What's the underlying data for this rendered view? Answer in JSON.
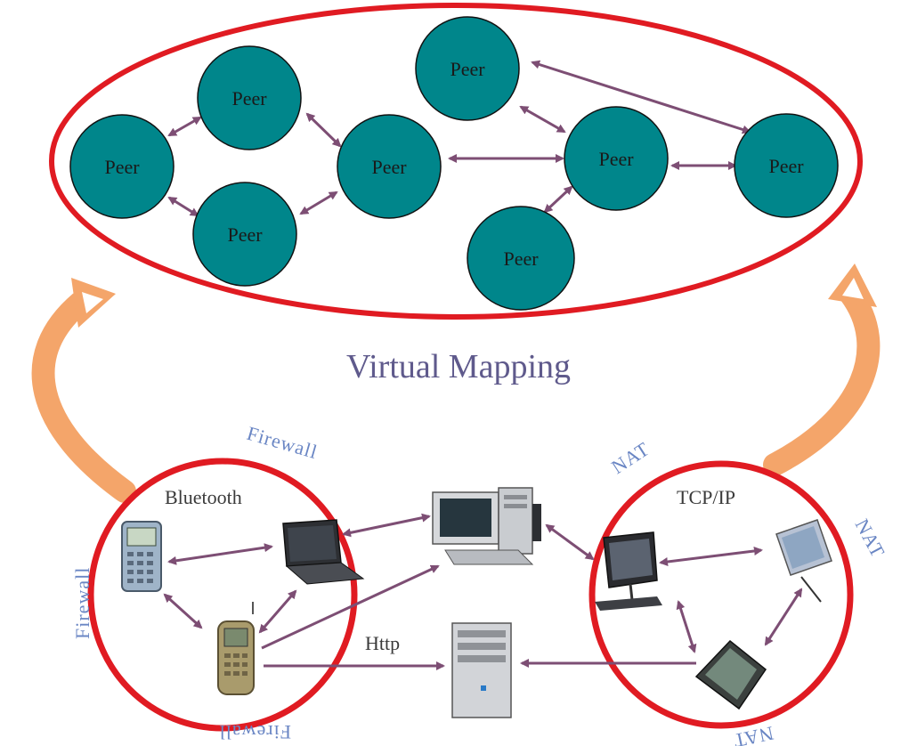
{
  "virtual_mapping_label": "Virtual Mapping",
  "peer_label": "Peer",
  "peers": [
    "Peer",
    "Peer",
    "Peer",
    "Peer",
    "Peer",
    "Peer",
    "Peer",
    "Peer"
  ],
  "groups": {
    "left": {
      "name": "Bluetooth",
      "barriers": [
        "Firewall",
        "Firewall",
        "Firewall"
      ]
    },
    "right": {
      "name": "TCP/IP",
      "barriers": [
        "NAT",
        "NAT",
        "NAT"
      ]
    },
    "middle_link": "Http"
  },
  "devices": [
    "calculator-device",
    "laptop",
    "mobile-phone",
    "desktop-computer",
    "server-tower",
    "flat-panel-computer",
    "pda",
    "pocket-pc"
  ],
  "colors": {
    "peer_fill": "#00868b",
    "ellipse_stroke": "#e01b22",
    "arrow": "#7d4e74",
    "mapping_arrow": "#f4a56a",
    "title": "#5f5a8c",
    "barrier_label": "#6a86c4"
  }
}
